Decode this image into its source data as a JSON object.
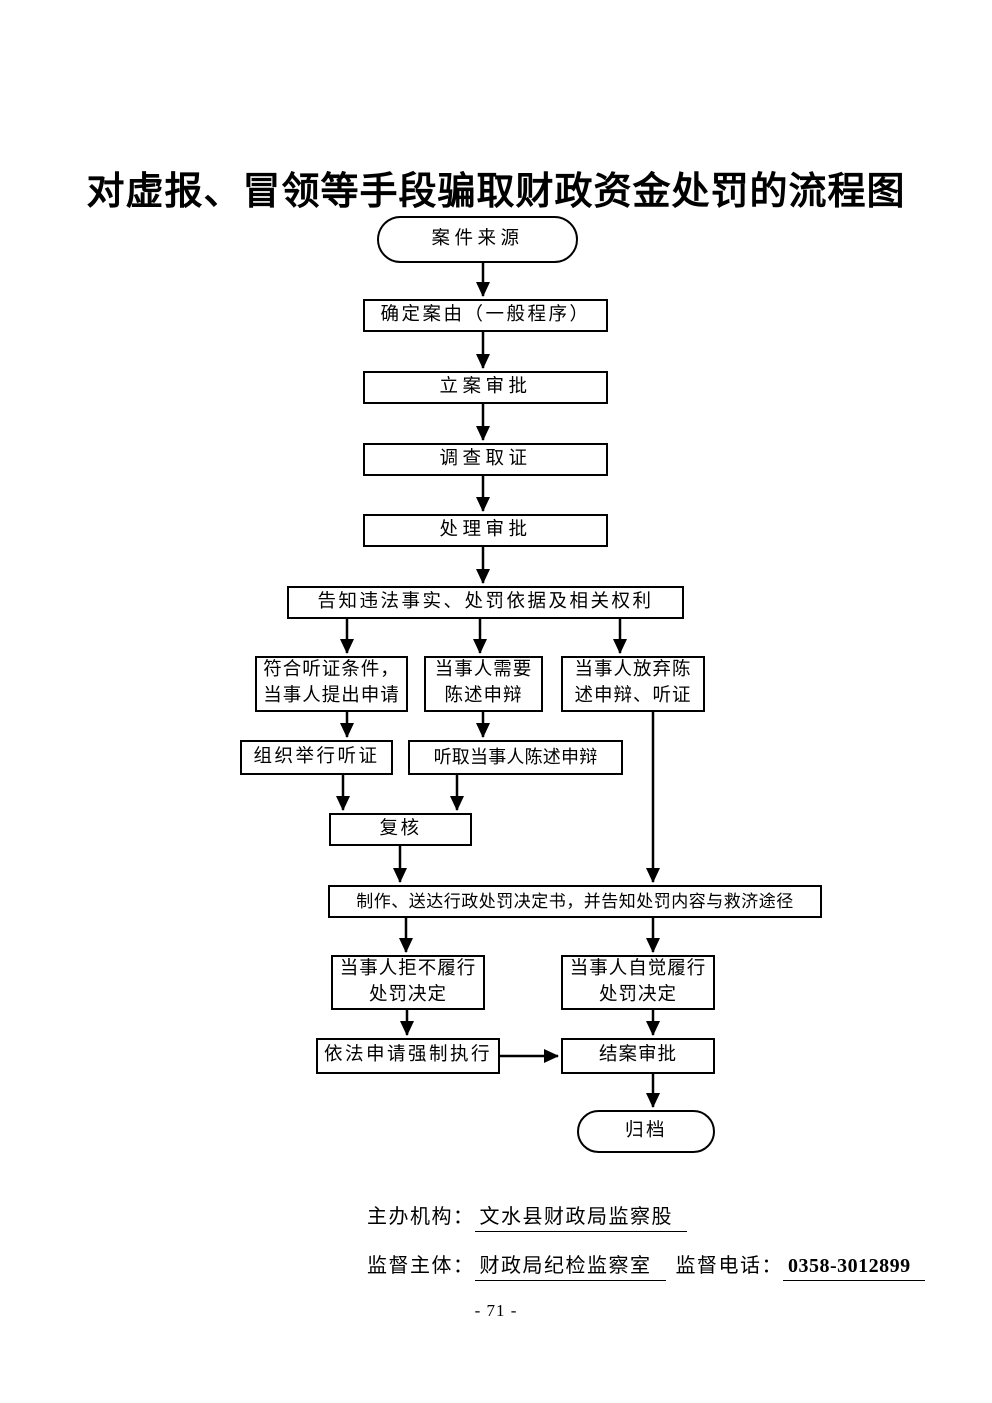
{
  "title": "对虚报、冒领等手段骗取财政资金处罚的流程图",
  "colors": {
    "ink": "#000000",
    "background": "#ffffff"
  },
  "flowchart": {
    "nodes": {
      "source": {
        "label": "案件来源",
        "shape": "terminator"
      },
      "determine": {
        "label": "确定案由（一般程序）",
        "shape": "process"
      },
      "filing": {
        "label": "立案审批",
        "shape": "process"
      },
      "investigate": {
        "label": "调查取证",
        "shape": "process"
      },
      "approve": {
        "label": "处理审批",
        "shape": "process"
      },
      "inform": {
        "label": "告知违法事实、处罚依据及相关权利",
        "shape": "process"
      },
      "hearing_condition": {
        "label": "符合听证条件，\n当事人提出申请",
        "shape": "process"
      },
      "need_statement": {
        "label": "当事人需要\n陈述申辩",
        "shape": "process"
      },
      "waive": {
        "label": "当事人放弃陈\n述申辩、听证",
        "shape": "process"
      },
      "organize_hearing": {
        "label": "组织举行听证",
        "shape": "process"
      },
      "listen_statement": {
        "label": "听取当事人陈述申辩",
        "shape": "process"
      },
      "review": {
        "label": "复核",
        "shape": "process"
      },
      "decision": {
        "label": "制作、送达行政处罚决定书，并告知处罚内容与救济途径",
        "shape": "process"
      },
      "refuse": {
        "label": "当事人拒不履行\n处罚决定",
        "shape": "process"
      },
      "comply": {
        "label": "当事人自觉履行\n处罚决定",
        "shape": "process"
      },
      "enforce": {
        "label": "依法申请强制执行",
        "shape": "process"
      },
      "close_case": {
        "label": "结案审批",
        "shape": "process"
      },
      "archive": {
        "label": "归档",
        "shape": "terminator"
      }
    },
    "edges": [
      {
        "from": "source",
        "to": "determine"
      },
      {
        "from": "determine",
        "to": "filing"
      },
      {
        "from": "filing",
        "to": "investigate"
      },
      {
        "from": "investigate",
        "to": "approve"
      },
      {
        "from": "approve",
        "to": "inform"
      },
      {
        "from": "inform",
        "to": "hearing_condition"
      },
      {
        "from": "inform",
        "to": "need_statement"
      },
      {
        "from": "inform",
        "to": "waive"
      },
      {
        "from": "hearing_condition",
        "to": "organize_hearing"
      },
      {
        "from": "need_statement",
        "to": "listen_statement"
      },
      {
        "from": "organize_hearing",
        "to": "review"
      },
      {
        "from": "listen_statement",
        "to": "review"
      },
      {
        "from": "review",
        "to": "decision"
      },
      {
        "from": "waive",
        "to": "decision"
      },
      {
        "from": "decision",
        "to": "refuse"
      },
      {
        "from": "decision",
        "to": "comply"
      },
      {
        "from": "refuse",
        "to": "enforce"
      },
      {
        "from": "comply",
        "to": "close_case"
      },
      {
        "from": "enforce",
        "to": "close_case"
      },
      {
        "from": "close_case",
        "to": "archive"
      }
    ]
  },
  "footer": {
    "organizer_label": "主办机构：",
    "organizer_value": "文水县财政局监察股",
    "supervisor_label": "监督主体：",
    "supervisor_value": "财政局纪检监察室",
    "phone_label": "监督电话：",
    "phone_value": "0358-3012899"
  },
  "page_number": "- 71 -"
}
